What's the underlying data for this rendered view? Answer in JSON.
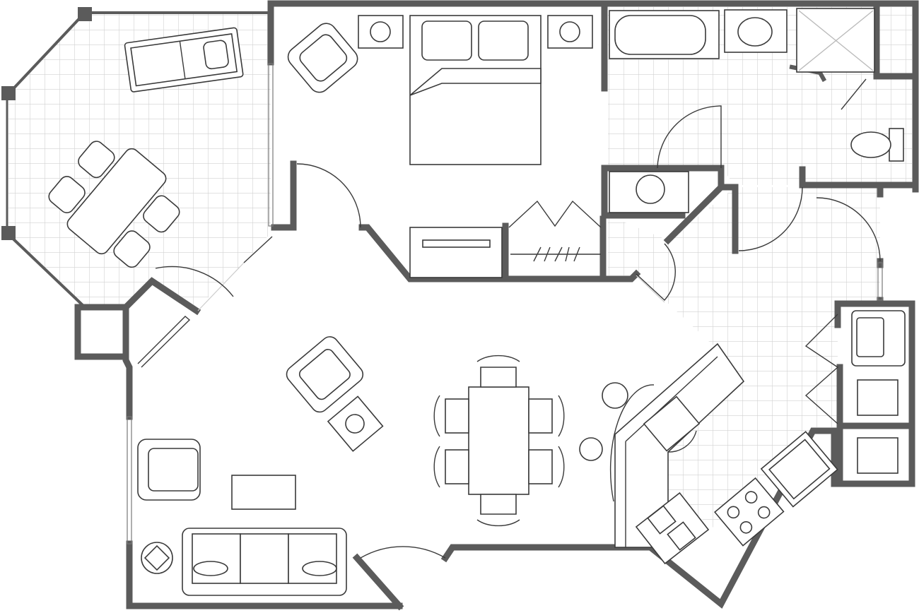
{
  "colors": {
    "wall": "#5b5b5b",
    "line": "#3a3a3a",
    "tile": "#d2d2d2",
    "background": "#ffffff"
  },
  "rooms": [
    "patio",
    "bedroom",
    "bathroom",
    "vanity",
    "hallway",
    "living-room",
    "dining-area",
    "kitchen",
    "laundry-closet",
    "closet"
  ]
}
